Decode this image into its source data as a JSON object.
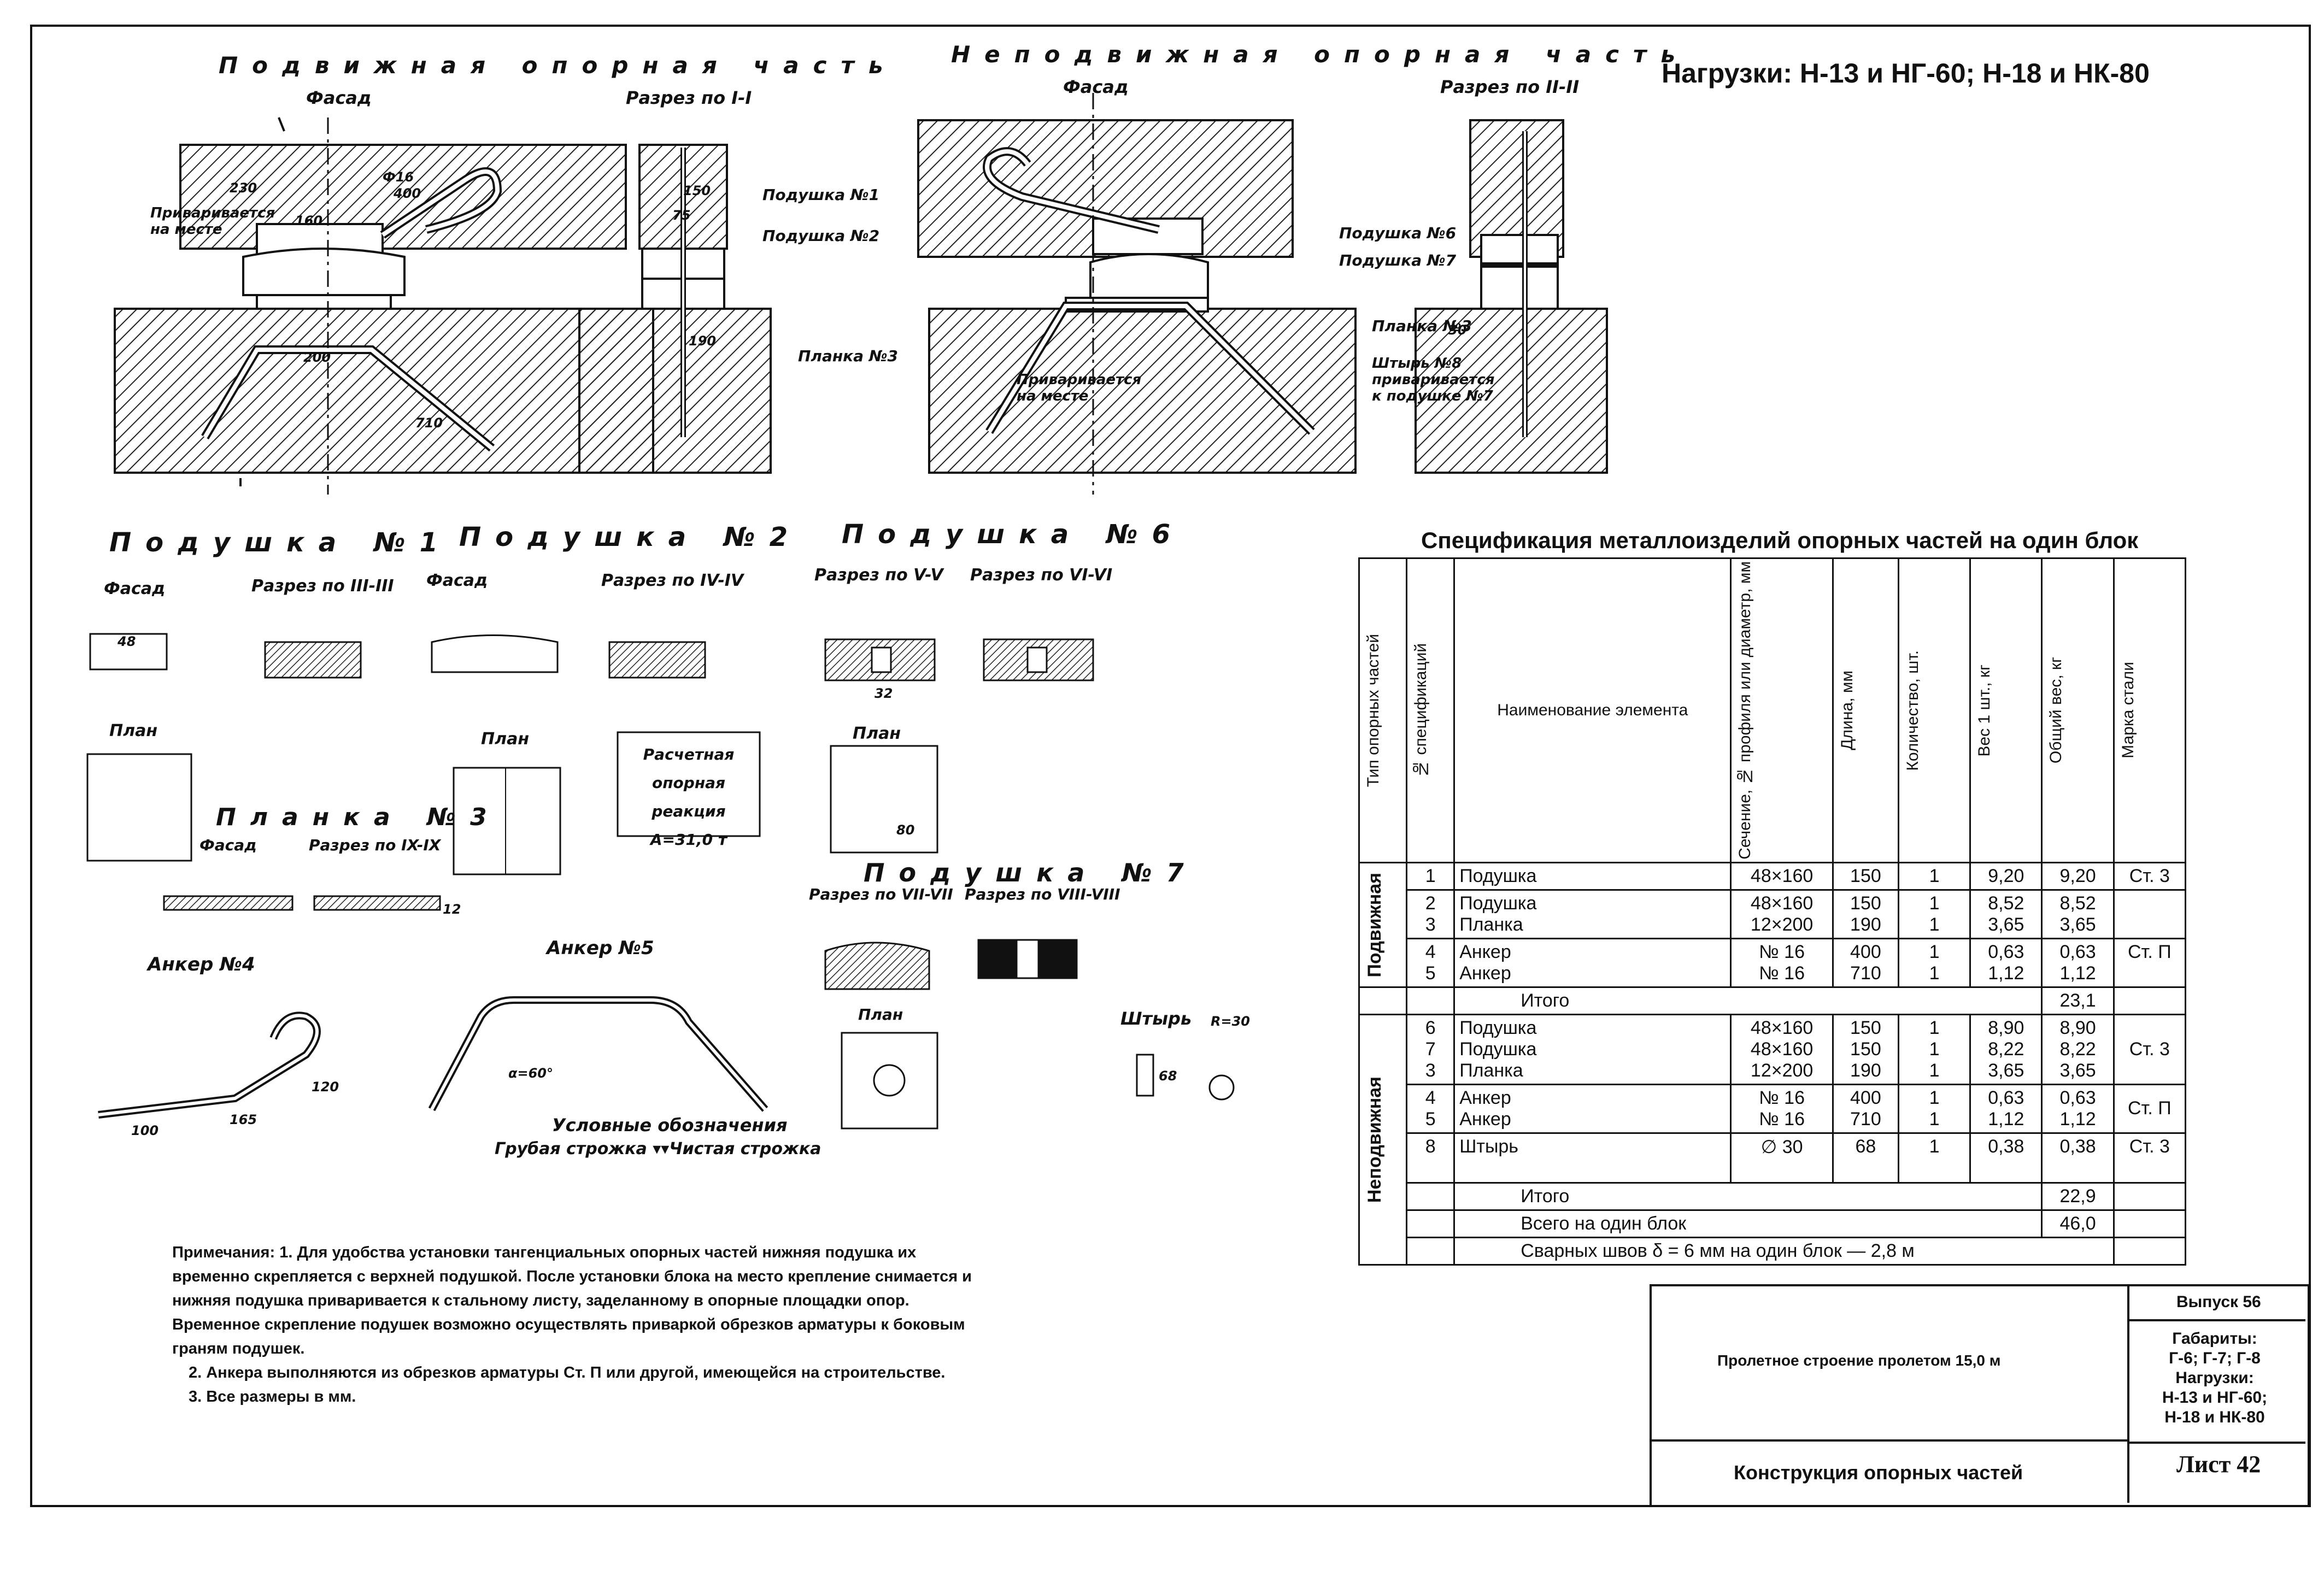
{
  "header": {
    "loads": "Нагрузки:  Н-13  и  НГ-60; Н-18 и НК-80"
  },
  "titles": {
    "movable": "Подвижная опорная часть",
    "fixed": "Неподвижная опорная часть",
    "pad1": "Подушка №1",
    "pad2": "Подушка №2",
    "pad6": "Подушка №6",
    "pad7": "Подушка №7",
    "plate3": "Планка №3",
    "anchor4": "Анкер №4",
    "anchor5": "Анкер №5",
    "pin": "Штырь"
  },
  "views": {
    "facade": "Фасад",
    "section_1": "Разрез по I-I",
    "section_2": "Разрез по II-II",
    "section_3": "Разрез по III-III",
    "section_4": "Разрез по IV-IV",
    "section_5": "Разрез по V-V",
    "section_6": "Разрез по VI-VI",
    "section_7": "Разрез по VII-VII",
    "section_8": "Разрез по VIII-VIII",
    "section_9": "Разрез по IX-IX",
    "plan": "План"
  },
  "callouts": {
    "pad_no1": "Подушка №1",
    "pad_no2": "Подушка №2",
    "plate_no3": "Планка №3",
    "pad_no6": "Подушка №6",
    "pad_no7": "Подушка №7",
    "plate_no3b": "Планка №3",
    "welded_on_site": "Привариваетcя на месте",
    "welded_on_site_2": "Приваривается на месте",
    "pin_note": "Штырь №8 приваривается к подушке №7",
    "reaction_box": "Расчетная опорная реакция А=31,0 т",
    "legend_title": "Условные обозначения",
    "legend_text": "Грубая строжка  ▾▾Чистая строжка"
  },
  "dims": {
    "d230": "230",
    "d160": "160",
    "d150": "150",
    "d190": "190",
    "d200": "200",
    "d48": "48",
    "d12": "12",
    "d75": "75",
    "d400": "400",
    "d710": "710",
    "phi16": "Ф16",
    "d100": "100",
    "d165": "165",
    "d120": "120",
    "d30": "30",
    "alpha60": "α=60°",
    "r30": "R=30",
    "d68": "68",
    "d80": "80",
    "d32": "32"
  },
  "spec": {
    "title": "Спецификация металлоизделий опорных частей на один блок",
    "headers": [
      "Тип опорных частей",
      "№ спецификаций",
      "Наименование элемента",
      "Сечение, № профиля или диаметр, мм",
      "Длина, мм",
      "Количество, шт.",
      "Вес 1 шт., кг",
      "Общий вес, кг",
      "Марка стали"
    ],
    "movable_label": "Подвижная",
    "fixed_label": "Неподвижная",
    "movable_rows": [
      {
        "no": "1",
        "name": "Подушка",
        "sec": "48×160",
        "len": "150",
        "qty": "1",
        "w1": "9,20",
        "wt": "9,20",
        "steel": "Ст. 3"
      },
      {
        "no": "2",
        "name": "Подушка",
        "sec": "48×160",
        "len": "150",
        "qty": "1",
        "w1": "8,52",
        "wt": "8,52",
        "steel": ""
      },
      {
        "no": "3",
        "name": "Планка",
        "sec": "12×200",
        "len": "190",
        "qty": "1",
        "w1": "3,65",
        "wt": "3,65",
        "steel": ""
      },
      {
        "no": "4",
        "name": "Анкер",
        "sec": "№ 16",
        "len": "400",
        "qty": "1",
        "w1": "0,63",
        "wt": "0,63",
        "steel": "Ст. П"
      },
      {
        "no": "5",
        "name": "Анкер",
        "sec": "№ 16",
        "len": "710",
        "qty": "1",
        "w1": "1,12",
        "wt": "1,12",
        "steel": ""
      }
    ],
    "movable_total_label": "Итого",
    "movable_total": "23,1",
    "fixed_rows": [
      {
        "no": "6",
        "name": "Подушка",
        "sec": "48×160",
        "len": "150",
        "qty": "1",
        "w1": "8,90",
        "wt": "8,90",
        "steel": "Ст. 3"
      },
      {
        "no": "7",
        "name": "Подушка",
        "sec": "48×160",
        "len": "150",
        "qty": "1",
        "w1": "8,22",
        "wt": "8,22",
        "steel": ""
      },
      {
        "no": "3",
        "name": "Планка",
        "sec": "12×200",
        "len": "190",
        "qty": "1",
        "w1": "3,65",
        "wt": "3,65",
        "steel": ""
      },
      {
        "no": "4",
        "name": "Анкер",
        "sec": "№ 16",
        "len": "400",
        "qty": "1",
        "w1": "0,63",
        "wt": "0,63",
        "steel": "Ст. П"
      },
      {
        "no": "5",
        "name": "Анкер",
        "sec": "№ 16",
        "len": "710",
        "qty": "1",
        "w1": "1,12",
        "wt": "1,12",
        "steel": ""
      },
      {
        "no": "8",
        "name": "Штырь",
        "sec": "∅ 30",
        "len": "68",
        "qty": "1",
        "w1": "0,38",
        "wt": "0,38",
        "steel": "Ст. 3"
      }
    ],
    "fixed_total_label": "Итого",
    "fixed_total": "22,9",
    "block_total_label": "Всего на один блок",
    "block_total": "46,0",
    "welds": "Сварных швов δ = 6 мм на один блок — 2,8 м"
  },
  "notes": {
    "n1": "Примечания: 1. Для удобства установки тангенциальных опорных частей нижняя подушка их временно скрепляется с верхней подушкой. После установки блока на место крепление снимается и нижняя подушка приваривается к стальному листу, заделанному в опорные площадки опор. Временное скрепление подушек возможно осуществлять приваркой обрезков арматуры к боковым граням подушек.",
    "n2": "2. Анкера выполняются из обрезков арматуры Ст. П или другой, имеющейся на строительстве.",
    "n3": "3. Все размеры в мм."
  },
  "stamp": {
    "project": "Пролетное строение пролетом 15,0 м",
    "issue": "Выпуск 56",
    "gabarity": "Габариты:",
    "gabarity_val": "Г-6; Г-7; Г-8",
    "loads_label": "Нагрузки:",
    "loads_1": "Н-13 и НГ-60;",
    "loads_2": "Н-18 и НК-80",
    "sheet_title": "Конструкция опорных частей",
    "sheet": "Лист 42"
  }
}
